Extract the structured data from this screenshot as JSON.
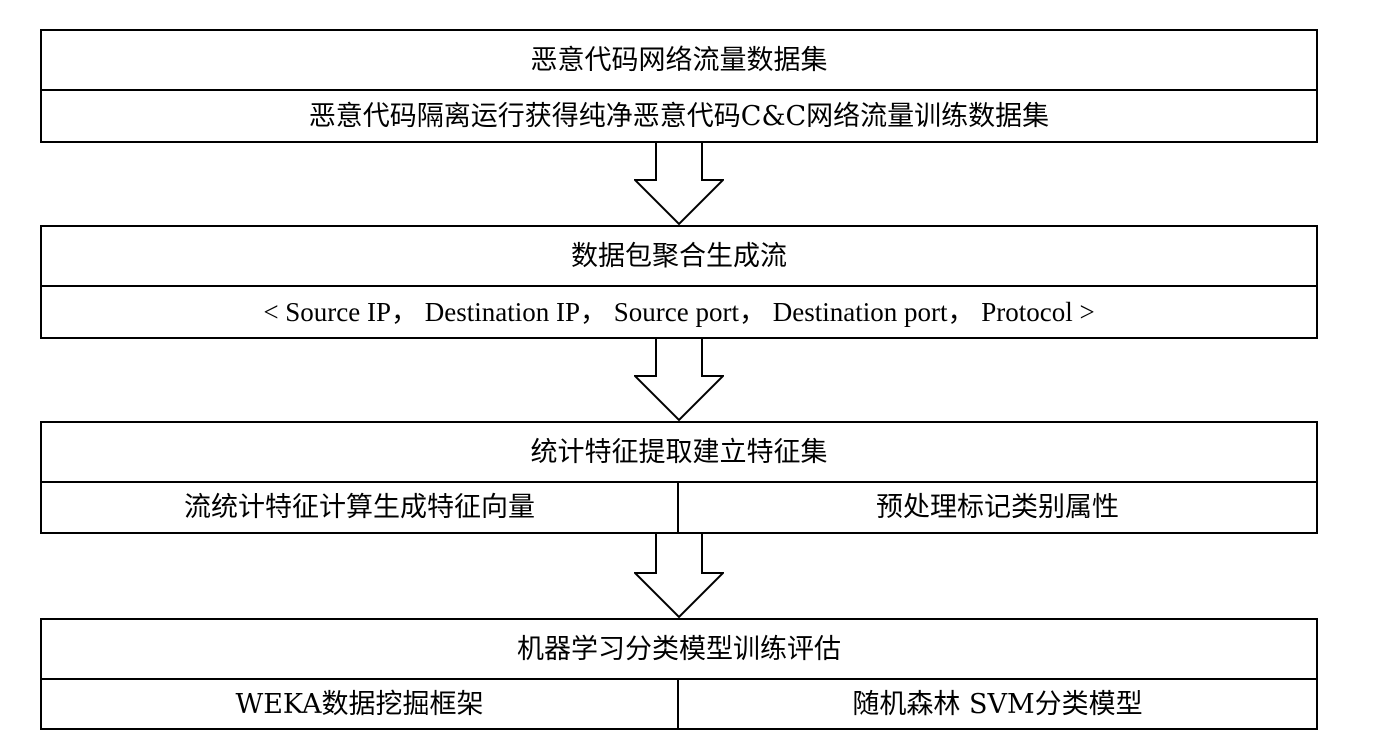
{
  "stage1": {
    "title": "恶意代码网络流量数据集",
    "sub": "恶意代码隔离运行获得纯净恶意代码C&C网络流量训练数据集"
  },
  "stage2": {
    "title": "数据包聚合生成流",
    "sub": "< Source IP， Destination IP， Source port， Destination port， Protocol >"
  },
  "stage3": {
    "title": "统计特征提取建立特征集",
    "left": "流统计特征计算生成特征向量",
    "right": "预处理标记类别属性"
  },
  "stage4": {
    "title": "机器学习分类模型训练评估",
    "left": "WEKA数据挖掘框架",
    "right": "随机森林 SVM分类模型"
  }
}
